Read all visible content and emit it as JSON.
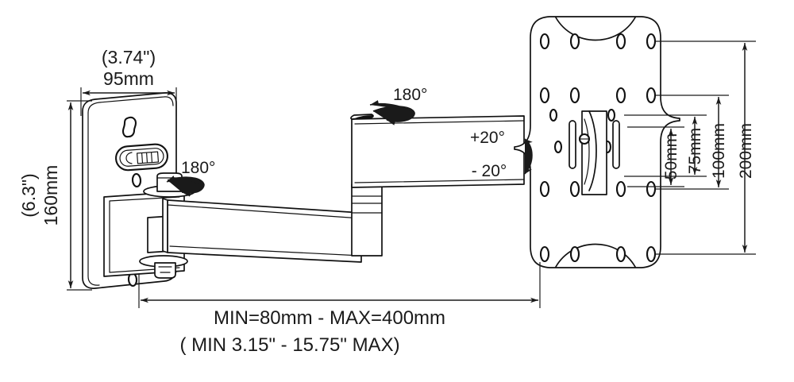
{
  "drawing": {
    "title": "TV Wall Mount Bracket Dimension Drawing",
    "background_color": "#ffffff",
    "line_color": "#1a1a1a"
  },
  "dimensions": {
    "plate_width_inch": "(3.74\")",
    "plate_width_mm": "95mm",
    "plate_height_inch": "(6.3\")",
    "plate_height_mm": "160mm",
    "vesa_50": "50mm",
    "vesa_75": "75mm",
    "vesa_100": "100mm",
    "vesa_200": "200mm"
  },
  "angles": {
    "swivel_wall": "180°",
    "swivel_arm": "180°",
    "tilt_up": "+20°",
    "tilt_down": "- 20°"
  },
  "extension": {
    "line_metric": "MIN=80mm -  MAX=400mm",
    "line_imperial": "( MIN 3.15\" - 15.75\" MAX)"
  },
  "icons": {
    "keyhole": "keyhole-slot-icon",
    "level_window": "bubble-level-icon",
    "screw_hole": "screw-hole-icon"
  }
}
